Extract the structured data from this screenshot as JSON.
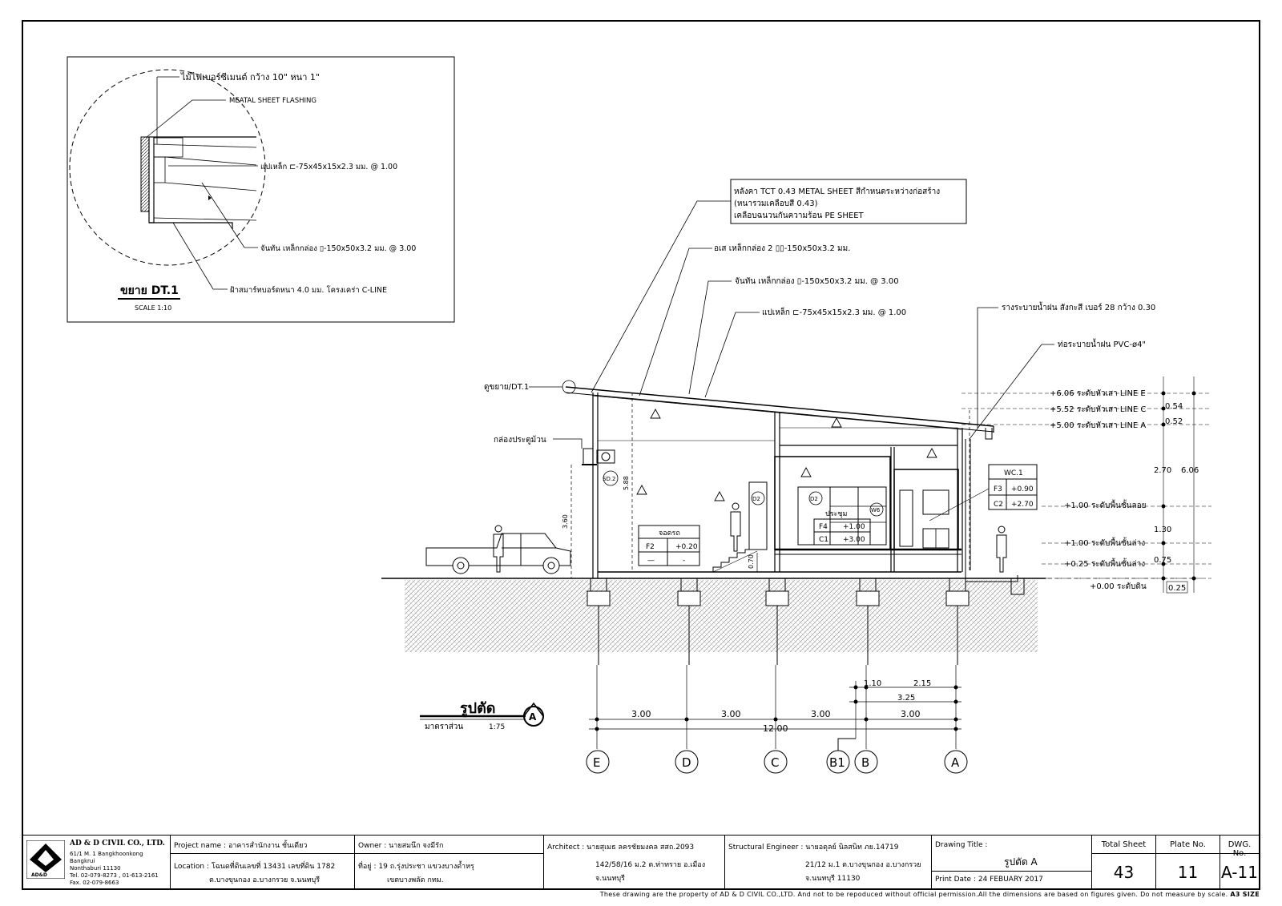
{
  "detail": {
    "title": "ขยาย DT.1",
    "scale": "SCALE 1:10",
    "notes": [
      "ไม้ไฟเบอร์ซีเมนต์ กว้าง 10\" หนา 1\"",
      "MEATAL SHEET FLASHING",
      "แปเหล็ก ⊏-75x45x15x2.3 มม. @ 1.00",
      "จันทัน เหล็กกล่อง ▯-150x50x3.2 มม. @ 3.00",
      "ฝ้าสมาร์ทบอร์ดหนา 4.0 มม. โครงเคร่า C-LINE"
    ]
  },
  "section": {
    "callouts": {
      "roof1": "หลังคา TCT 0.43 METAL SHEET สีกำหนดระหว่างก่อสร้าง",
      "roof2": "(หนารวมเคลือบสี 0.43)",
      "roof3": "เคลือบฉนวนกันความร้อน PE SHEET",
      "beam": "อเส เหล็กกล่อง 2 ▯▯-150x50x3.2 มม.",
      "rafter": "จันทัน เหล็กกล่อง ▯-150x50x3.2 มม. @ 3.00",
      "purlin": "แปเหล็ก ⊏-75x45x15x2.3 มม. @ 1.00",
      "gutter": "รางระบายน้ำฝน สังกะสี เบอร์ 28 กว้าง 0.30",
      "pipe": "ท่อระบายน้ำฝน PVC-ø4\"",
      "detail_ref": "ดูขยาย/DT.1",
      "shutter": "กล่องประตูม้วน"
    },
    "levels": [
      "+6.06 ระดับหัวเสา LINE E",
      "+5.52 ระดับหัวเสา LINE C",
      "+5.00 ระดับหัวเสา LINE A",
      "+1.00 ระดับพื้นชั้นลอย",
      "+1.00 ระดับพื้นชั้นล่าง",
      "+0.25 ระดับพื้นชั้นล่าง",
      "+0.00 ระดับดิน"
    ],
    "right_dims": [
      "0.54",
      "0.52",
      "2.70",
      "6.06",
      "1.30",
      "0.75",
      "0.25"
    ],
    "inner_dims": [
      "3.60",
      "5.88",
      "0.70"
    ],
    "room_labels": {
      "parking": "จอดรถ",
      "parking_f": "F2",
      "parking_f_val": "+0.20",
      "parking_c": "—",
      "parking_c_val": "-",
      "meeting": "ประชุม",
      "meeting_f": "F4",
      "meeting_f_val": "+1.00",
      "meeting_c": "C1",
      "meeting_c_val": "+3.00",
      "wc": "WC.1",
      "wc_f": "F3",
      "wc_f_val": "+0.90",
      "wc_c": "C2",
      "wc_c_val": "+2.70",
      "sd": "SD.2",
      "d2a": "D2",
      "d2b": "D2",
      "w6": "W6"
    },
    "title": "รูปตัด",
    "title_mark": "A",
    "scale_label": "มาตราส่วน",
    "scale_value": "1:75",
    "bottom_dims": {
      "bays": [
        "3.00",
        "3.00",
        "3.00",
        "3.00"
      ],
      "total": "12.00",
      "b1b": "1.10",
      "b_a": "2.15",
      "b1a": "3.25"
    },
    "grid": [
      "E",
      "D",
      "C",
      "B1",
      "B",
      "A"
    ]
  },
  "titleblock": {
    "company": "AD & D CIVIL CO., LTD.",
    "company_lines": [
      "61/1 M. 1 Bangkhoonkong Bangkrui",
      "Nonthaburi 11130",
      "Tel. 02-079-8273 , 01-613-2161",
      "Fax. 02-079-8663"
    ],
    "logo_text": "AD&D",
    "project_label": "Project name :",
    "project_name": "อาคารสำนักงาน ชั้นเดียว",
    "location_label": "Location :",
    "location_1": "โฉนดที่ดินเลขที่ 13431 เลขที่ดิน 1782",
    "location_2": "ต.บางขุนกอง อ.บางกรวย จ.นนทบุรี",
    "owner_label": "Owner :",
    "owner_name": "นายสมนึก จงมีรัก",
    "addr_label": "ที่อยู่ :",
    "addr_1": "19 ถ.รุ่งประชา แขวงบางด้ำหรุ",
    "addr_2": "เขตบางพลัด กทม.",
    "architect_label": "Architect :",
    "architect_name": "นายสุเมธ ลครชัยมงคล สสถ.2093",
    "architect_addr_1": "142/58/16 ม.2 ต.ท่าทราย อ.เมือง",
    "architect_addr_2": "จ.นนทบุรี",
    "struct_label": "Structural Engineer :",
    "struct_name": "นายอดุลย์ นิลสนิท ภย.14719",
    "struct_addr_1": "21/12 ม.1 ต.บางขุนกอง อ.บางกรวย",
    "struct_addr_2": "จ.นนทบุรี 11130",
    "title_label": "Drawing Title :",
    "title_value": "รูปตัด A",
    "print_label": "Print Date :",
    "print_date": "24 FEBUARY 2017",
    "total_label": "Total Sheet",
    "total_value": "43",
    "plate_label": "Plate No.",
    "plate_value": "11",
    "dwg_label": "DWG. No.",
    "dwg_value": "A-11"
  },
  "footer": "These drawing are the property of AD & D CIVIL CO.,LTD. And not to be repoduced without official permission.All the dimensions are based on figures given. Do not measure by scale.",
  "sheet_size": "A3 SIZE"
}
